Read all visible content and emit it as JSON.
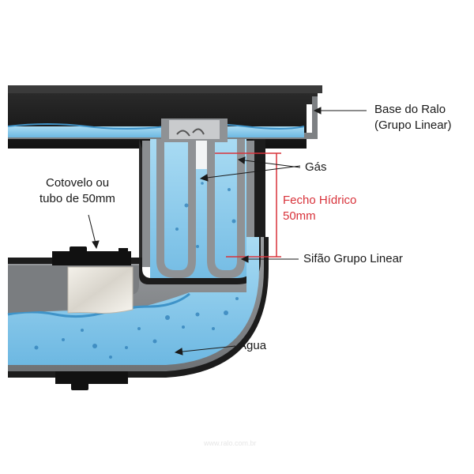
{
  "labels": {
    "base_line1": "Base do Ralo",
    "base_line2": "(Grupo Linear)",
    "gas": "Gás",
    "elbow_line1": "Cotovelo ou",
    "elbow_line2": "tubo de 50mm",
    "seal_line1": "Fecho Hídrico",
    "seal_line2": "50mm",
    "siphon": "Sifão Grupo Linear",
    "water": "Água"
  },
  "watermark": "www.ralo.com.br",
  "colors": {
    "water": "#7fc4e8",
    "water_dark": "#3f93c8",
    "pipe_dark": "#1c1c1c",
    "pipe_wall": "#8a8d90",
    "seal_red": "#d8323a"
  }
}
